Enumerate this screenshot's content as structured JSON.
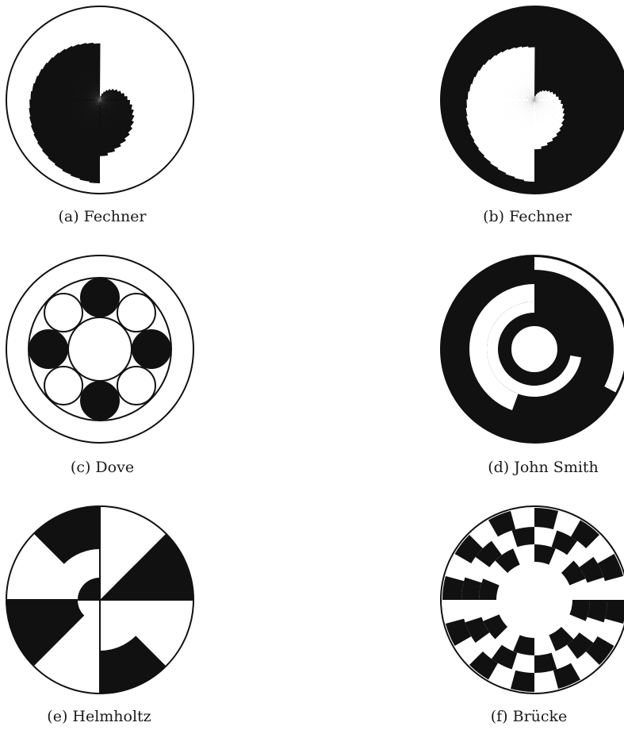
{
  "captions": {
    "a": "(a) Fechner",
    "b": "(b) Fechner",
    "c": "(c) Dove",
    "d": "(d) John Smith",
    "e": "(e) Helmholtz",
    "f": "(f) Brücke"
  },
  "colors": {
    "ink": "#111111",
    "paper": "#ffffff"
  }
}
